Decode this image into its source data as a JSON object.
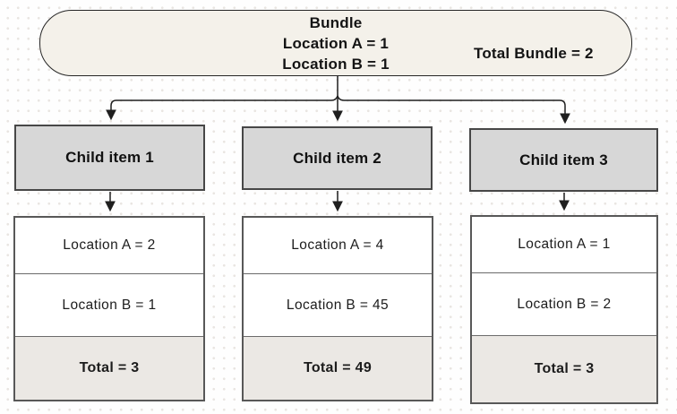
{
  "bundle": {
    "title": "Bundle",
    "location_a": "Location A = 1",
    "location_b": "Location B = 1",
    "total": "Total Bundle = 2"
  },
  "children": [
    {
      "label": "Child item 1",
      "location_a": "Location A = 2",
      "location_b": "Location B = 1",
      "total": "Total = 3"
    },
    {
      "label": "Child item 2",
      "location_a": "Location A = 4",
      "location_b": "Location B = 45",
      "total": "Total = 49"
    },
    {
      "label": "Child item 3",
      "location_a": "Location A = 1",
      "location_b": "Location B = 2",
      "total": "Total = 3"
    }
  ],
  "colors": {
    "bundle_fill": "#f4f1ea",
    "header_fill": "#d7d7d7",
    "total_row_fill": "#ebe8e4",
    "line": "#1f1f1f",
    "dot": "#e9e5e1"
  }
}
